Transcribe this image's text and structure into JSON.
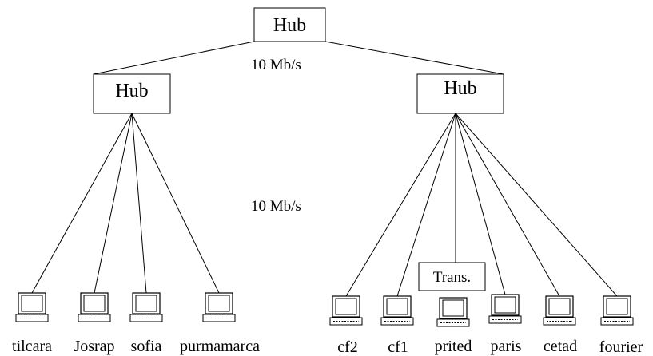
{
  "hubs": {
    "top": "Hub",
    "left": "Hub",
    "right": "Hub"
  },
  "links": {
    "uplink_speed": "10 Mb/s",
    "host_speed": "10 Mb/s"
  },
  "transceiver_label": "Trans.",
  "left_hosts": [
    "tilcara",
    "Josrap",
    "sofia",
    "purmamarca"
  ],
  "right_hosts": [
    "cf2",
    "cf1",
    "prited",
    "paris",
    "cetad",
    "fourier"
  ],
  "icons": {
    "computer": "computer-icon"
  }
}
